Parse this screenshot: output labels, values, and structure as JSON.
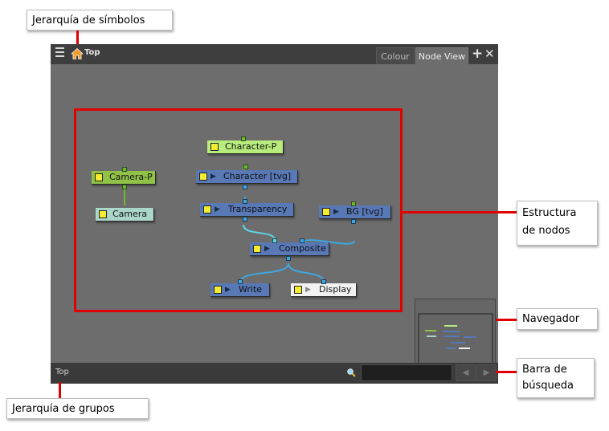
{
  "callouts": {
    "symbol_hierarchy": "Jerarquía de símbolos",
    "node_structure_line1": "Estructura",
    "node_structure_line2": "de nodos",
    "navigator": "Navegador",
    "search_bar_line1": "Barra de",
    "search_bar_line2": "búsqueda",
    "group_hierarchy": "Jerarquía de grupos"
  },
  "header": {
    "breadcrumb_label": "Top",
    "tabs": [
      {
        "label": "Colour",
        "active": false
      },
      {
        "label": "Node View",
        "active": true
      }
    ],
    "icons": {
      "menu": "menu-icon",
      "home": "home-icon",
      "add": "plus-icon",
      "close": "close-icon"
    }
  },
  "nodes": {
    "character_p": "Character-P",
    "camera_p": "Camera-P",
    "character": "Character  [tvg]",
    "camera": "Camera",
    "transparency": "Transparency",
    "bg": "BG  [tvg]",
    "composite": "Composite",
    "write": "Write",
    "display": "Display"
  },
  "footer": {
    "group_label": "Top",
    "search_value": "",
    "prev_symbol": "◀",
    "next_symbol": "▶"
  },
  "colors": {
    "highlight": "#e00000",
    "peg_node": "#8fc246",
    "drawing_node": "#5878b6",
    "camera_node": "#a9d6c9",
    "display_node": "#f2f2f2",
    "connection": "#3fa7df"
  }
}
